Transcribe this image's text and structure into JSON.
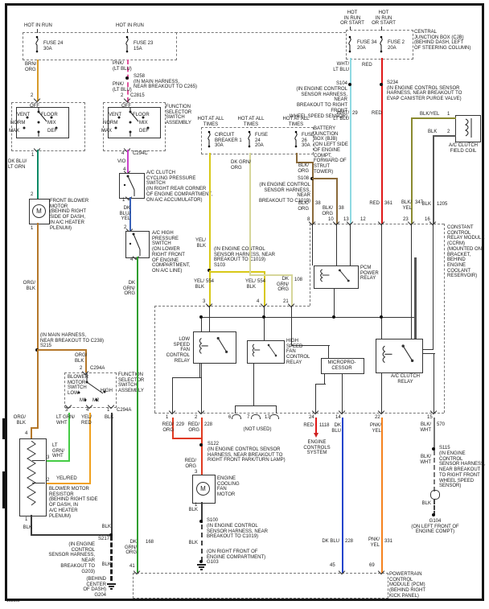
{
  "sheet": {
    "id": "168109"
  },
  "colors": {
    "brn_org": "#d79b2a",
    "pnk_lt_blu": "#e0559d",
    "dk_blu_lt_grn": "#0c8a66",
    "org_blk": "#b5782a",
    "vio": "#cc44cc",
    "dk_blu_yel": "#3a62b8",
    "dk_grn_org": "#2f9e2f",
    "yel_blk": "#d8c818",
    "dk_grn_org_fuse": "#d6d69a",
    "blk_org": "#8a6a3a",
    "wht_lt_blu": "#8fd9e2",
    "red": "#e01818",
    "blk_yel": "#8a8a30",
    "blk": "#3a3a3a",
    "lt_grn_wht": "#44cc44",
    "yel_red": "#f0a01c",
    "red_org": "#e03a20",
    "dk_blu": "#2244cc",
    "pnk_yel": "#f5821e",
    "blk_wht": "#777777"
  },
  "cjb": {
    "hot_in_run_a": "HOT IN RUN",
    "hot_in_run_b": "HOT IN RUN",
    "fuse24": "FUSE 24\n30A",
    "fuse23": "FUSE 23\n15A",
    "hot_run_start_a": "HOT\nIN RUN\nOR START",
    "hot_run_start_b": "HOT\nIN RUN\nOR START",
    "fuse34": "FUSE 34\n20A",
    "fuse2": "FUSE 2\n20A",
    "label": "CENTRAL\nJUNCTION BOX (CJB)\n(BEHIND DASH, LEFT\nOF STEERING COLUMN)"
  },
  "fss": {
    "positions": [
      "VENT",
      "OFF",
      "FLOOR",
      "NORM",
      "MIX",
      "MAX",
      "DEF"
    ],
    "assembly": "FUNCTION\nSELECTOR\nSWITCH\nASSEMBLY",
    "pin1": "1",
    "pin2_a": "2",
    "pin2_b": "2",
    "c2815": "C2815",
    "pin4": "4",
    "c294c": "C294C"
  },
  "blower": {
    "wire_brn_org": "BRN/\nORG",
    "wire_dkblu_ltgrn": "DK BLU/\nLT GRN",
    "pin2": "2",
    "pin1": "1",
    "m": "M",
    "motor": "FRONT BLOWER\nMOTOR\n(BEHIND RIGHT\nSIDE OF DASH,\nIN A/C HEATER\nPLENUM)",
    "wire_org_blk": "ORG/\nBLK",
    "s215": "(IN MAIN HARNESS,\nNEAR BREAKOUT TO C238)\nS215",
    "wire_org_blk_b": "ORG/\nBLK",
    "pin2_c294a": "2",
    "c294a_top": "C294A",
    "switch": "BLOWER\nMOTOR\nSWITCH",
    "low": "LOW",
    "high": "HIGH",
    "m1": "M1",
    "m2": "M2",
    "assembly": "FUNCTION\nSELECTOR\nSWITCH\nASSEMBLY",
    "pin3": "3",
    "pin4": "4",
    "pin1_b": "1",
    "c294a_bottom": "C294A",
    "w_ltgrnwht": "LT GRN/\nWHT",
    "w_yelred": "YEL/\nRED",
    "w_blk": "BLK",
    "wire_org_blk_c": "ORG/\nBLK",
    "pin4_res": "4",
    "res_ltgrnwht": "LT\nGRN/\nWHT",
    "res_pin3": "3",
    "res_yelred": "YEL/RED",
    "res_pin2": "2",
    "resistor": "BLOWER MOTOR\nRESISTOR\n(BEHIND RIGHT SIDE\nOF DASH, IN\nA/C HEATER\nPLENUM)",
    "res_pin1": "1",
    "blk_a": "BLK",
    "blk_b": "BLK",
    "blk_c": "BLK",
    "s217": "S217",
    "s217_text": "(IN ENGINE CONTROL\nSENSOR HARNESS, NEAR\nBREAKOUT TO G203)",
    "g204": "(BEHIND CENTER\nOF DASH)\nG204"
  },
  "ac": {
    "w_pnk_a": "PNK/\n(LT BLU)",
    "s258": "S258\n(IN MAIN HARNESS,\nNEAR BREAKOUT TO C265)",
    "w_pnk_b": "PNK/\n(LT BLU)",
    "vio": "VIO",
    "pin4_a": "4",
    "pin1": "1",
    "ccps": "A/C CLUTCH\nCYCLING PRESSURE\nSWITCH\n(IN RIGHT REAR CORNER\nOF ENGINE COMPARTMENT,\nON A/C ACCUMULATOR)",
    "w_dkbluyel": "DK BLU/\nYEL",
    "pin2": "2",
    "hps": "A/C HIGH\nPRESSURE\nSWITCH\n(ON LOWER\nRIGHT FRONT\nOF ENGINE\nCOMPARTMENT,\nON A/C LINE)",
    "pin4_b": "4",
    "w_dkgrnorg": "DK GRN/\nORG",
    "w_dkgrnorg_b": "DK GRN/\nORG",
    "n168": "168",
    "pin41": "41"
  },
  "bjb": {
    "hot_a": "HOT AT ALL\nTIMES",
    "hot_b": "HOT AT ALL\nTIMES",
    "hot_c": "HOT AT ALL\nTIMES",
    "cb1": "CIRCUIT\nBREAKER 1\n30A",
    "fuse24": "FUSE\n24\n20A",
    "fuse26": "FUSE\n26\n30A",
    "label": "BATTERY\nJUNCTION\nBOX (BJB)\n(ON LEFT SIDE\nOF ENGINE\nCOMPT,\nFORWARD OF\nSTRUT\nTOWER)",
    "w_yelblk": "YEL/\nBLK",
    "s103_text": "(IN ENGINE CONTROL\nSENSOR HARNESS, NEAR\nBREAKOUT TO C1019)\nS103",
    "w_yelblk554a": "YEL/\nBLK",
    "n554a": "554",
    "pin3": "3",
    "w_yelblk554b": "YEL/\nBLK",
    "n554b": "554",
    "pin4": "4",
    "w_dkgrnorg": "DK GRN/\nORG",
    "w_dkgrnorg108": "DK\nGRN/\nORG",
    "n108": "108",
    "pin21": "21",
    "w_blkorg": "BLK/\nORG",
    "s108": "S108",
    "s108_text": "(IN ENGINE CONTROL\nSENSOR HARNESS, NEAR\nBREAKOUT TO C1019)",
    "w_blkorg38a": "BLK/\nORG",
    "n38a": "38",
    "pin8": "8",
    "w_blkorg38b": "BLK/\nORG",
    "n38b": "38",
    "pin10": "10"
  },
  "feeds": {
    "w_whtltblu": "WHT/\nLT BLU",
    "s104": "S104",
    "s104_text": "(IN ENGINE CONTROL\nSENSOR HARNESS, NEAR\nBREAKOUT TO RIGHT FRONT\nWHEEL SPEED SENSOR)",
    "w_whtltblu29": "WHT/\nLT BLU",
    "n29": "29",
    "pin13": "13",
    "red_a": "RED",
    "s234": "S234\n(IN ENGINE CONTROL SENSOR\nHARNESS, NEAR BREAKOUT TO\nEVAP CANISTER PURGE VALVE)",
    "red_b": "RED",
    "red_c": "RED",
    "n361": "361",
    "pin12": "12"
  },
  "acfc": {
    "w_blkyel": "BLK/YEL",
    "pin1": "1",
    "w_blk": "BLK",
    "pin2": "2",
    "label": "A/C CLUTCH\nFIELD COIL",
    "w_blkyel347": "BLK/\nYEL",
    "n347": "347",
    "pin23": "23",
    "w_blk1205": "BLK",
    "n1205": "1205",
    "pin16": "16"
  },
  "ccrm": {
    "label": "CONSTANT\nCONTROL\nRELAY MODULE\n(CCRM)\n(MOUNTED ON\nBRACKET,\nBEHIND\nENGINE\nCOOLANT\nRESERVOIR)",
    "pcm_relay": "PCM\nPOWER\nRELAY",
    "low_relay": "LOW SPEED\nFAN CONTROL\nRELAY",
    "high_relay": "HIGH\nSPEED\nFAN\nCONTROL\nRELAY",
    "micro": "MICROPRO-\nCESSOR",
    "ac_relay": "A/C CLUTCH\nRELAY",
    "p1": "1",
    "p2": "2",
    "p6": "6",
    "p7": "7",
    "p17": "17",
    "not_used": "(NOT USED)",
    "p24": "24",
    "p14": "14",
    "p22": "22",
    "p15": "15"
  },
  "out": {
    "redorg_a": "RED/\nORG",
    "n229": "229",
    "redorg_b": "RED/\nORG",
    "n228": "228",
    "s122": "S122",
    "s122_text": "(IN ENGINE CONTROL SENSOR\nHARNESS, NEAR BREAKOUT TO\nRIGHT FRONT PARK/TURN LAMP)",
    "redorg_c": "RED/\nORG",
    "pin3": "3",
    "fan": "ENGINE\nCOOLING\nFAN\nMOTOR",
    "m": "M",
    "pin1": "1",
    "blk_a": "BLK",
    "s100": "S100",
    "s100_text": "(IN ENGINE CONTROL\nSENSOR HARNESS, NEAR\nBREAKOUT TO C1019)",
    "blk_b": "BLK",
    "g103": "(ON RIGHT FRONT OF\nENGINE COMPARTMENT)\nG103",
    "red1118": "RED",
    "n1118": "1118",
    "ecs": "ENGINE\nCONTROLS\nSYSTEM",
    "dkblu_a": "DK\nBLU",
    "dkblu_b": "DK BLU",
    "n228b": "228",
    "pin45": "45",
    "pnkyel_a": "PNK/\nYEL",
    "pnkyel_b": "PNK/\nYEL",
    "n331": "331",
    "pin69": "69",
    "blkwht_a": "BLK/\nWHT",
    "n570": "570",
    "s115": "S115",
    "s115_text": "(IN ENGINE\nCONTROL\nSENSOR HARNESS,\nNEAR BREAKOUT\nTO RIGHT FRONT\nWHEEL SPEED\nSENSOR)",
    "blkwht_b": "BLK/\nWHT",
    "blk_c": "BLK",
    "g104": "G104\n(ON LEFT FRONT OF\nENGINE COMPT)"
  },
  "pcm": {
    "label": "POWERTRAIN\nCONTROL\nMODULE (PCM)\n(BEHIND RIGHT\nKICK PANEL)"
  }
}
